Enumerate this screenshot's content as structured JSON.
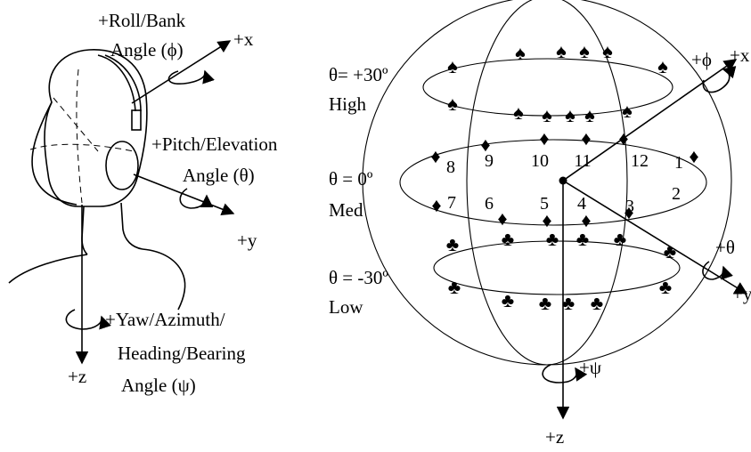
{
  "head_figure": {
    "roll_label": "+Roll/Bank",
    "roll_angle": "Angle (ϕ)",
    "x_axis": "+x",
    "pitch_label": "+Pitch/Elevation",
    "pitch_angle": "Angle (θ)",
    "y_axis": "+y",
    "yaw_label_1": "+Yaw/Azimuth/",
    "yaw_label_2": "Heading/Bearing",
    "yaw_label_3": "Angle (ψ)",
    "z_axis": "+z"
  },
  "sphere_figure": {
    "high_eq": "θ= +30º",
    "high_name": "High",
    "med_eq": "θ = 0º",
    "med_name": "Med",
    "low_eq": "θ = -30º",
    "low_name": "Low",
    "phi_label": "+ϕ",
    "x_axis": "+x",
    "theta_label": "+θ",
    "y_axis": "+y",
    "psi_label": "+ψ",
    "z_axis": "+z",
    "positions": [
      "1",
      "2",
      "3",
      "4",
      "5",
      "6",
      "7",
      "8",
      "9",
      "10",
      "11",
      "12"
    ],
    "high_marker": "♠",
    "med_marker": "♦",
    "low_marker": "♣"
  }
}
